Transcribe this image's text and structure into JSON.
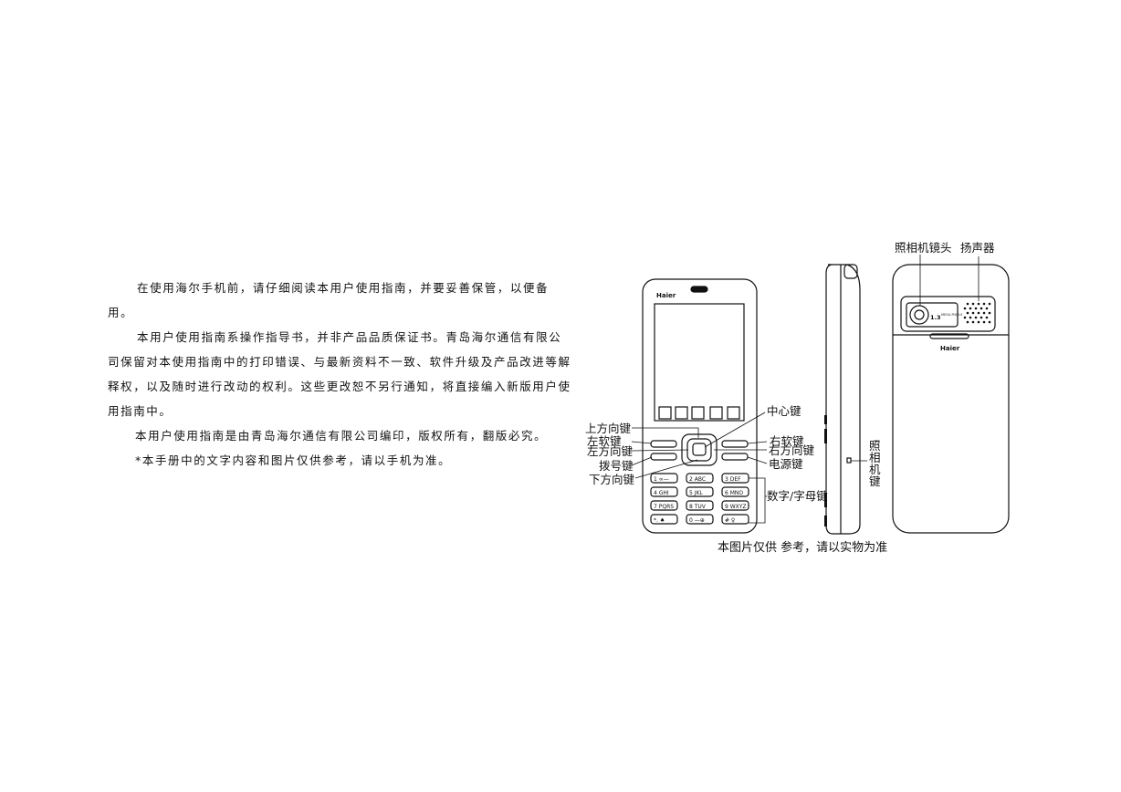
{
  "paragraphs": [
    "在使用海尔手机前，请仔细阅读本用户使用指南，并要妥善保管，以便备用。",
    "本用户使用指南系操作指导书，并非产品品质保证书。青岛海尔通信有限公司保留对本使用指南中的打印错误、与最新资料不一致、软件升级及产品改进等解释权，以及随时进行改动的权利。这些更改恕不另行通知，将直接编入新版用户使用指南中。",
    "本用户使用指南是由青岛海尔通信有限公司编印，版权所有，翻版必究。",
    "*本手册中的文字内容和图片仅供参考，请以手机为准。"
  ],
  "phone": {
    "brand": "Haier",
    "camera_badge": "1.3",
    "camera_badge_sub": "MEGA PIXELS",
    "keys": [
      "1 ∞—",
      "2 ABC",
      "3 DEF",
      "4 GHI",
      "5 JKL",
      "6 MNO",
      "7 PQRS",
      "8 TUV",
      "9 WXYZ",
      "*. ♠",
      "0 —⊕",
      "# ♀"
    ]
  },
  "labels": {
    "center_key": "中心键",
    "up_key": "上方向键",
    "left_soft_key": "左软键",
    "left_key": "左方向键",
    "dial_key": "拨号键",
    "down_key": "下方向键",
    "right_soft_key": "右软键",
    "right_key": "右方向键",
    "power_key": "电源键",
    "number_key": "数字/字母键",
    "camera_lens": "照相机镜头",
    "speaker": "扬声器",
    "camera_key_1": "照",
    "camera_key_2": "相",
    "camera_key_3": "机",
    "camera_key_4": "键"
  },
  "caption": "本图片仅供 参考，请以实物为准"
}
